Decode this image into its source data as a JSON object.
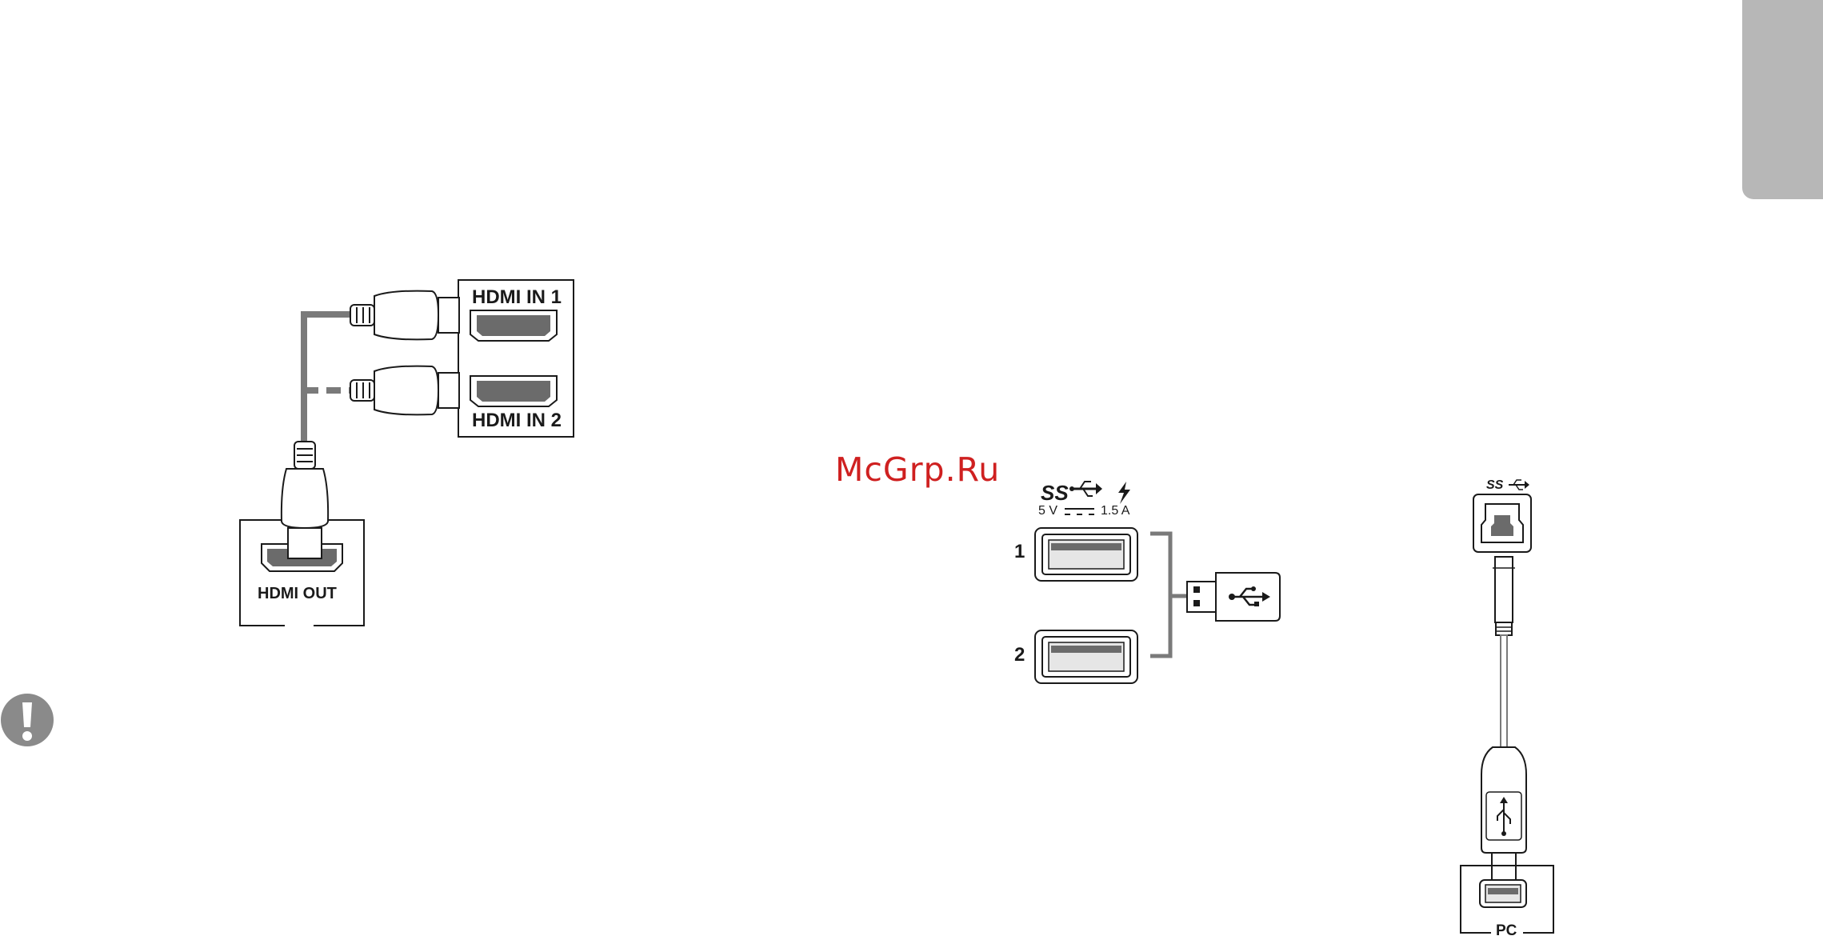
{
  "watermark": "McGrp.Ru",
  "hdmi_diagram": {
    "input_1": "HDMI IN 1",
    "input_2": "HDMI IN 2",
    "output": "HDMI OUT"
  },
  "usb_diagram": {
    "superspeed_mark": "SS",
    "power_rating_voltage": "5 V",
    "power_rating_current": "1.5 A",
    "port_1": "1",
    "port_2": "2",
    "pc_label": "PC"
  },
  "colors": {
    "line": "#1a1a1a",
    "cable_gray": "#7a7a7a",
    "port_fill": "#6b6b6b",
    "port_light": "#e6e6e6",
    "tab_gray": "#b7b7b7",
    "caution_gray": "#8a8a8a",
    "watermark_red": "#cf2020"
  }
}
